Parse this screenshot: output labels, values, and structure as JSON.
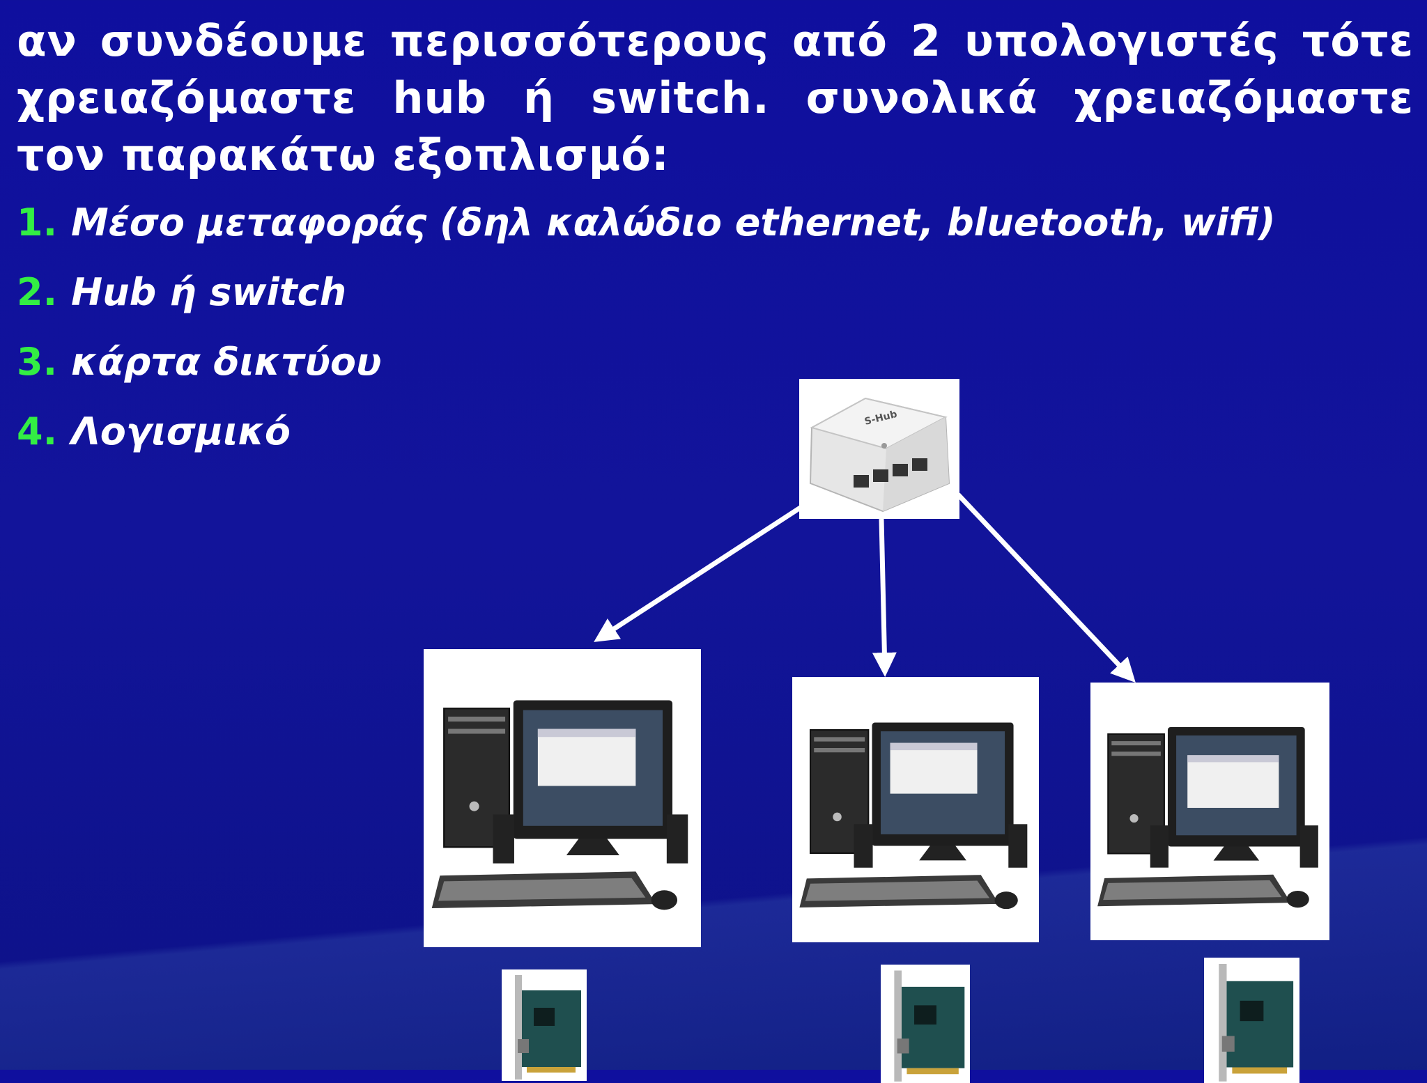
{
  "intro_text": "αν συνδέουμε περισσότερους από 2 υπολογιστές τότε χρειαζόμαστε hub ή switch. συνολικά χρειαζόμαστε τον παρακάτω εξοπλισμό:",
  "items": [
    {
      "number": "1.",
      "label": "Μέσο μεταφοράς (δηλ καλώδιο ethernet, bluetooth, wifi)"
    },
    {
      "number": "2.",
      "label": "Hub ή switch"
    },
    {
      "number": "3.",
      "label": "κάρτα δικτύου"
    },
    {
      "number": "4.",
      "label": "Λογισμικό"
    }
  ],
  "hub_label": "S-Hub",
  "colors": {
    "background": "#1010a0",
    "number_color": "#33ee44",
    "text": "#ffffff"
  }
}
